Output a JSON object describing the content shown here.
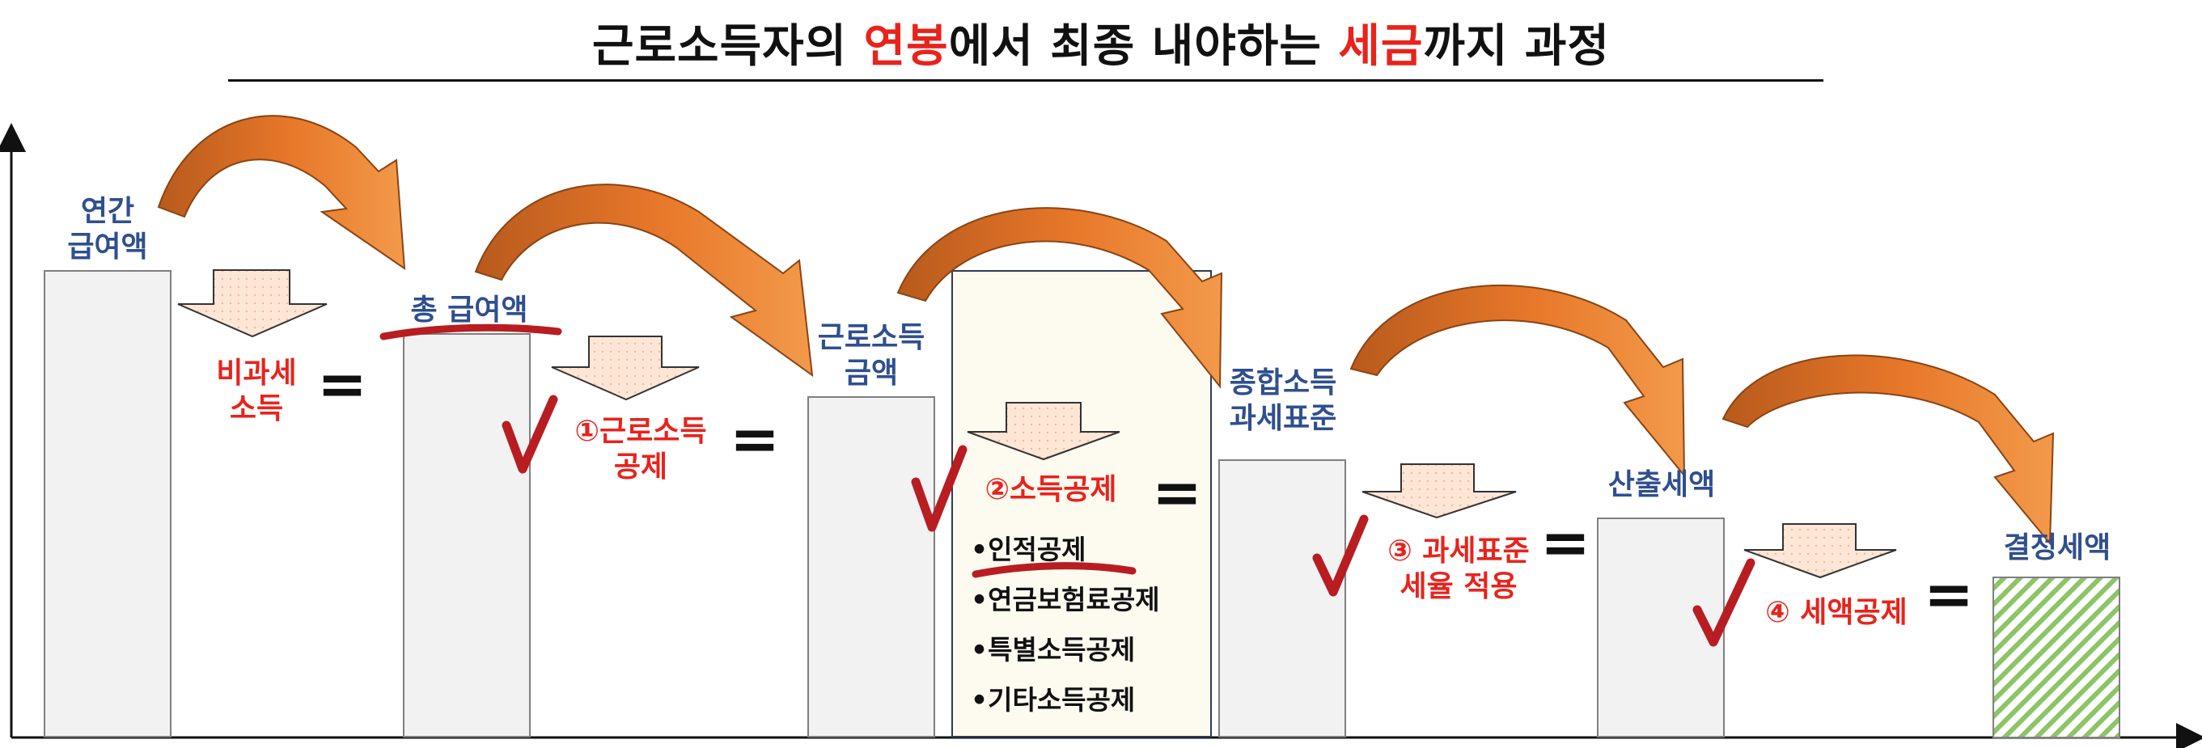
{
  "title": {
    "part1": "근로소득자의 ",
    "highlight1": "연봉",
    "part2": "에서 최종 내야하는 ",
    "highlight2": "세금",
    "part3": "까지 과정"
  },
  "stages": [
    {
      "line1": "연간",
      "line2": "급여액"
    },
    {
      "line1": "총 급여액",
      "line2": ""
    },
    {
      "line1": "근로소득",
      "line2": "금액"
    },
    {
      "line1": "종합소득",
      "line2": "과세표준"
    },
    {
      "line1": "산출세액",
      "line2": ""
    },
    {
      "line1": "결정세액",
      "line2": ""
    }
  ],
  "steps": [
    {
      "line1": "비과세",
      "line2": "소득"
    },
    {
      "line1": "①근로소득",
      "line2": "공제"
    },
    {
      "line1": "②소득공제",
      "line2": ""
    },
    {
      "line1": "③ 과세표준",
      "line2": "세율 적용"
    },
    {
      "line1": "④ 세액공제",
      "line2": ""
    }
  ],
  "deductions": [
    "인적공제",
    "연금보험료공제",
    "특별소득공제",
    "기타소득공제"
  ],
  "equals": "=",
  "bullet": "•",
  "colors": {
    "accent_red": "#e8231c",
    "label_blue": "#2f4f8f",
    "arrow_orange": "#e8782a",
    "arrow_dark": "#b85a1c",
    "down_arrow_fill": "#fde6d6",
    "final_hatch": "#8cc46a"
  }
}
